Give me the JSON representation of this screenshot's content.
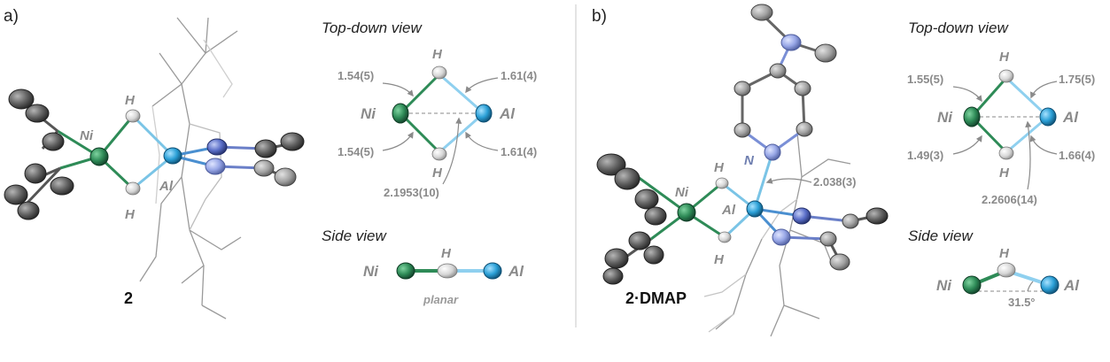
{
  "colors": {
    "nickel": "#2e8b57",
    "aluminum": "#2a9fd6",
    "nitrogen": "#5a6ec8",
    "carbon": "#5a5a5a",
    "hydrogen": "#d6d6d6",
    "label_gray": "#8a8a8a",
    "divider": "#c8c8c8"
  },
  "panel_a": {
    "panel_label": "a)",
    "compound": "2",
    "structure_labels": {
      "ni": "Ni",
      "al": "Al",
      "h_top": "H",
      "h_bottom": "H"
    },
    "top_down": {
      "heading": "Top-down view",
      "ni": "Ni",
      "al": "Al",
      "h_top": "H",
      "h_bottom": "H",
      "d_ni_h_top": "1.54(5)",
      "d_al_h_top": "1.61(4)",
      "d_ni_h_bottom": "1.54(5)",
      "d_al_h_bottom": "1.61(4)",
      "d_ni_al": "2.1953(10)"
    },
    "side": {
      "heading": "Side view",
      "ni": "Ni",
      "al": "Al",
      "h": "H",
      "note": "planar"
    }
  },
  "panel_b": {
    "panel_label": "b)",
    "compound": "2·DMAP",
    "structure_labels": {
      "ni": "Ni",
      "al": "Al",
      "h_top": "H",
      "h_bottom": "H",
      "n": "N"
    },
    "al_n_distance": "2.038(3)",
    "top_down": {
      "heading": "Top-down view",
      "ni": "Ni",
      "al": "Al",
      "h_top": "H",
      "h_bottom": "H",
      "d_ni_h_top": "1.55(5)",
      "d_al_h_top": "1.75(5)",
      "d_ni_h_bottom": "1.49(3)",
      "d_al_h_bottom": "1.66(4)",
      "d_ni_al": "2.2606(14)"
    },
    "side": {
      "heading": "Side view",
      "ni": "Ni",
      "al": "Al",
      "h": "H",
      "angle": "31.5°"
    }
  }
}
